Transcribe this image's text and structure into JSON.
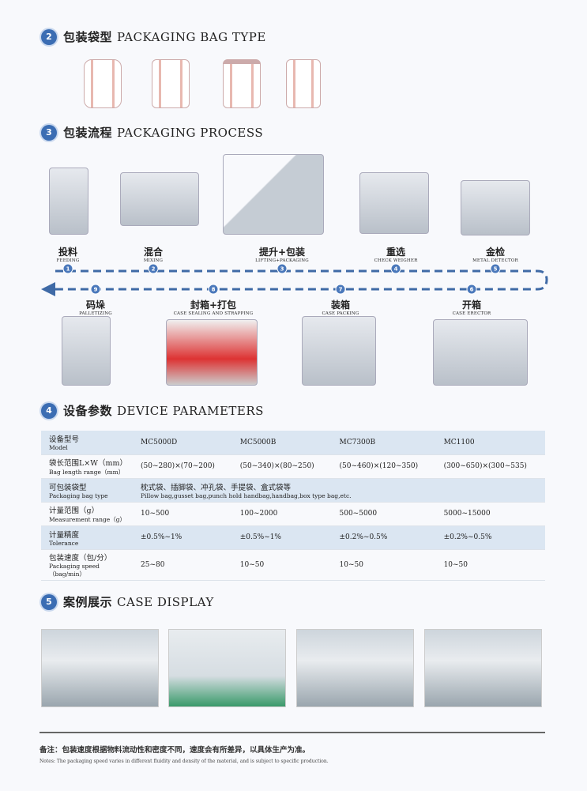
{
  "sections": [
    {
      "num": "2",
      "cn": "包装袋型",
      "en": "PACKAGING BAG TYPE"
    },
    {
      "num": "3",
      "cn": "包装流程",
      "en": "PACKAGING PROCESS"
    },
    {
      "num": "4",
      "cn": "设备参数",
      "en": "DEVICE PARAMETERS"
    },
    {
      "num": "5",
      "cn": "案例展示",
      "en": "CASE DISPLAY"
    }
  ],
  "steps": [
    {
      "num": "1",
      "cn": "投料",
      "en": "FEEDING"
    },
    {
      "num": "2",
      "cn": "混合",
      "en": "MIXING"
    },
    {
      "num": "3",
      "cn": "提升+包装",
      "en": "LIFTING+PACKAGING"
    },
    {
      "num": "4",
      "cn": "重选",
      "en": "CHECK WEIGHER"
    },
    {
      "num": "5",
      "cn": "金检",
      "en": "METAL DETECTOR"
    },
    {
      "num": "6",
      "cn": "开箱",
      "en": "CASE ERECTOR"
    },
    {
      "num": "7",
      "cn": "装箱",
      "en": "CASE PACKING"
    },
    {
      "num": "8",
      "cn": "封箱+打包",
      "en": "CASE SEALING AND STRAPPING"
    },
    {
      "num": "9",
      "cn": "码垛",
      "en": "PALLETIZING"
    }
  ],
  "table": {
    "rows": [
      {
        "cn": "设备型号",
        "en": "Model",
        "cells": [
          "MC5000D",
          "MC5000B",
          "MC7300B",
          "MC1100"
        ]
      },
      {
        "cn": "袋长范围L×W（mm）",
        "en": "Bag length range（mm）",
        "cells": [
          "(50~280)×(70~200)",
          "(50~340)×(80~250)",
          "(50~460)×(120~350)",
          "(300~650)×(300~535)"
        ]
      },
      {
        "cn": "可包装袋型",
        "en": "Packaging bag type",
        "span_cn": "枕式袋、插脚袋、冲孔袋、手提袋、盒式袋等",
        "span_en": "Pillow bag,gusset bag,punch hold handbag,handbag,box type bag,etc."
      },
      {
        "cn": "计量范围（g）",
        "en": "Measurement range（g）",
        "cells": [
          "10~500",
          "100~2000",
          "500~5000",
          "5000~15000"
        ]
      },
      {
        "cn": "计量精度",
        "en": "Tolerance",
        "cells": [
          "±0.5%~1%",
          "±0.5%~1%",
          "±0.2%~0.5%",
          "±0.2%~0.5%"
        ]
      },
      {
        "cn": "包装速度（包/分）",
        "en": "Packaging speed（bag/min）",
        "cells": [
          "25~80",
          "10~50",
          "10~50",
          "10~50"
        ]
      }
    ]
  },
  "notes": {
    "cn": "备注：包装速度根据物料流动性和密度不同，速度会有所差异，以具体生产为准。",
    "en": "Notes: The packaging speed varies in different fluidity and density of the material, and is subject to specific production."
  },
  "colors": {
    "accent": "#3b6db3",
    "table_band": "#dbe6f2"
  }
}
